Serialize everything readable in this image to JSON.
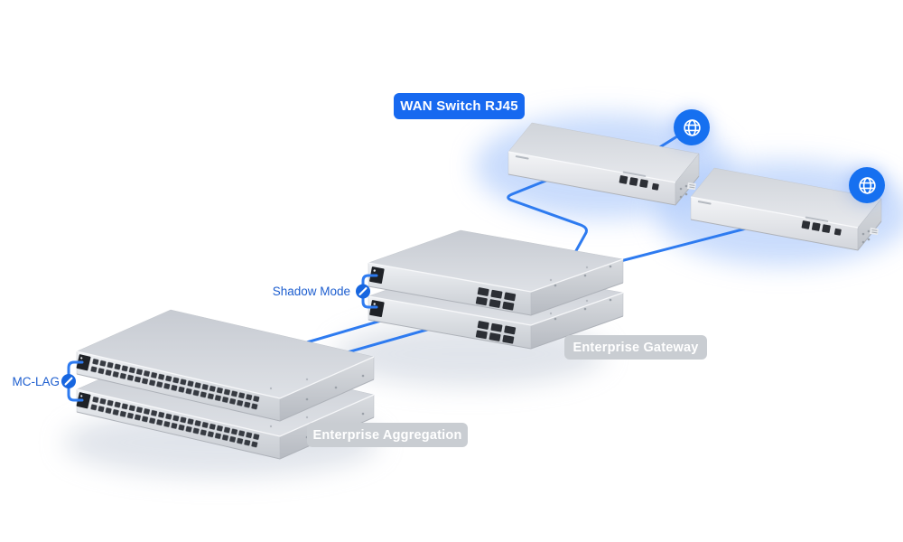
{
  "diagram": {
    "title_badge": {
      "label": "WAN Switch RJ45"
    },
    "feature_labels": {
      "shadow_mode": "Shadow Mode",
      "mclag": "MC-LAG"
    },
    "device_badges": {
      "gateway": "Enterprise Gateway",
      "aggregation": "Enterprise Aggregation"
    },
    "icons": {
      "internet": "globe-icon",
      "feature": "link-icon"
    },
    "colors": {
      "accent_blue": "#1769f0",
      "line_blue": "#2e7bf0",
      "label_blue": "#1d5ecf",
      "badge_gray": "#c9cdd2",
      "glow_blue": "#9dbffa",
      "device_silver": "#d6d9de"
    },
    "nodes": [
      {
        "id": "internet-1",
        "type": "internet-globe"
      },
      {
        "id": "internet-2",
        "type": "internet-globe"
      },
      {
        "id": "wan-switch-1",
        "type": "wan-switch-rj45",
        "highlighted": true
      },
      {
        "id": "wan-switch-2",
        "type": "wan-switch-rj45",
        "highlighted": true
      },
      {
        "id": "gateway-unit-1",
        "type": "enterprise-gateway"
      },
      {
        "id": "gateway-unit-2",
        "type": "enterprise-gateway"
      },
      {
        "id": "aggregation-unit-1",
        "type": "enterprise-aggregation"
      },
      {
        "id": "aggregation-unit-2",
        "type": "enterprise-aggregation"
      }
    ],
    "links": [
      {
        "from": "wan-switch-1",
        "to": "internet-1"
      },
      {
        "from": "wan-switch-2",
        "to": "internet-2"
      },
      {
        "from": "gateway-unit-1",
        "to": "wan-switch-1"
      },
      {
        "from": "gateway-unit-1",
        "to": "wan-switch-2"
      },
      {
        "from": "aggregation-unit-1",
        "to": "gateway-unit-2",
        "cables": 2
      },
      {
        "from": "gateway-unit-1",
        "to": "gateway-unit-2",
        "label": "Shadow Mode"
      },
      {
        "from": "aggregation-unit-1",
        "to": "aggregation-unit-2",
        "label": "MC-LAG"
      }
    ]
  }
}
